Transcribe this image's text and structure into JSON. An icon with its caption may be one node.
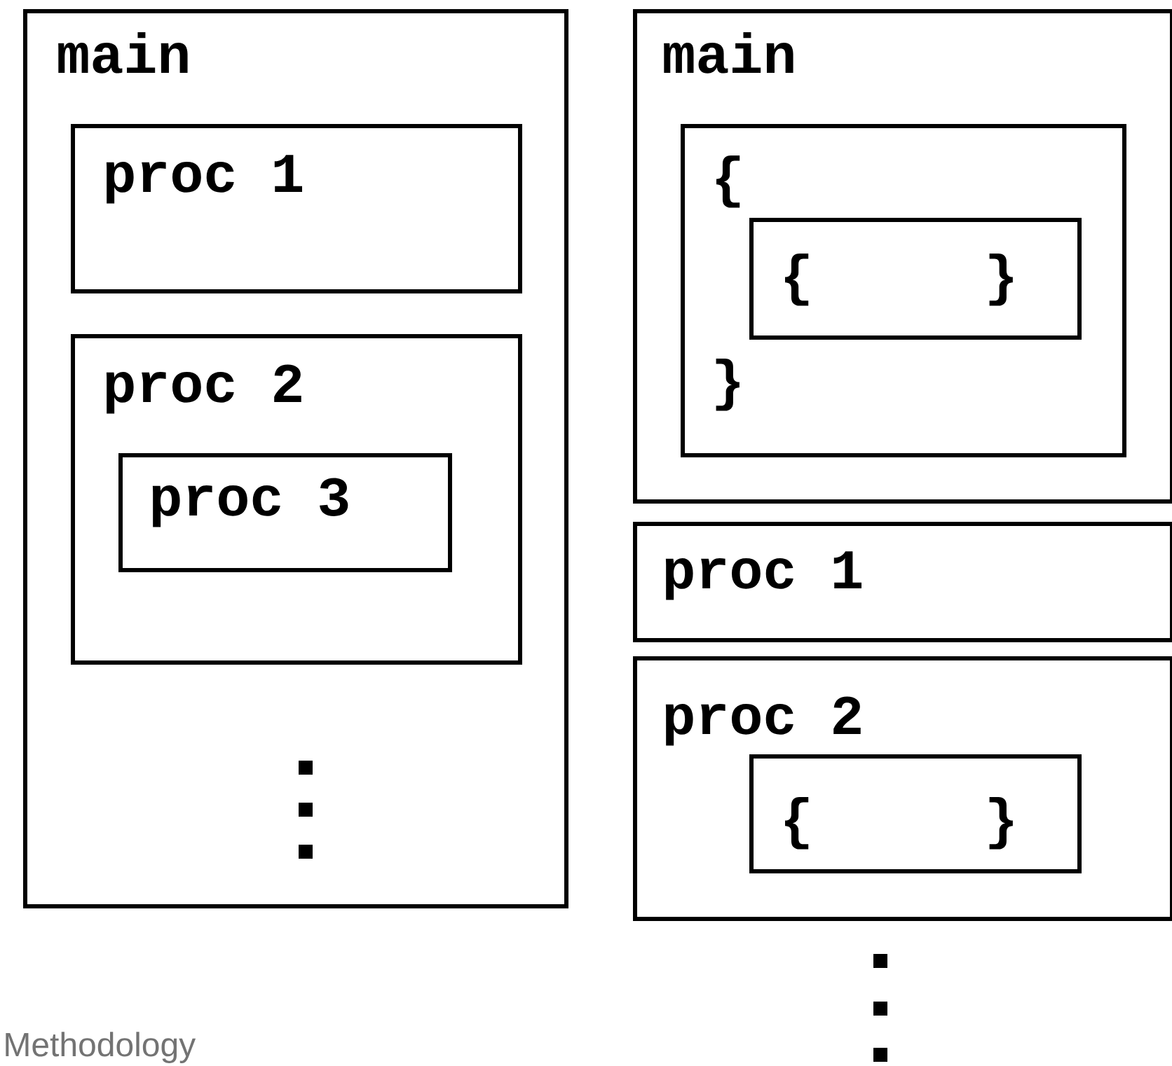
{
  "diagram": {
    "nodes": [
      {
        "text": [
          "main"
        ]
      },
      {
        "text": [
          "proc 1"
        ],
        "in": 0
      },
      {
        "text": [
          "proc 2"
        ],
        "in": 0
      },
      {
        "text": [
          "proc 3"
        ],
        "in": 2
      },
      {
        "text": [
          "main"
        ]
      },
      {
        "text": [
          "{",
          "}"
        ],
        "in": 4
      },
      {
        "text": [
          "{",
          "}"
        ],
        "in": 5
      },
      {
        "text": [
          "proc 1"
        ]
      },
      {
        "text": [
          "proc 2"
        ]
      },
      {
        "text": [
          "{",
          "}"
        ],
        "in": 8
      }
    ],
    "labels": [
      "Methodology"
    ]
  }
}
